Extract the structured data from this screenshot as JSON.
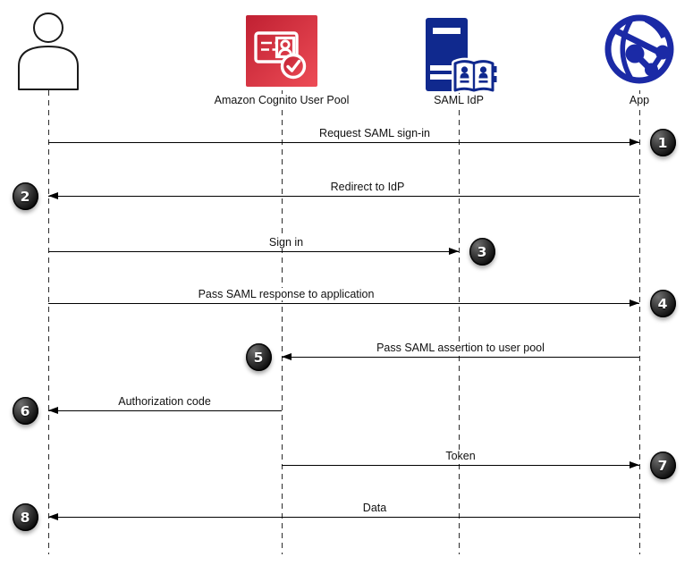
{
  "diagram": {
    "type": "sequence-diagram",
    "background": "#FFFFFF",
    "actors": [
      {
        "id": "user",
        "label": "",
        "icon": "person-icon"
      },
      {
        "id": "cognito",
        "label": "Amazon Cognito User Pool",
        "icon": "cognito-id-card-icon"
      },
      {
        "id": "saml-idp",
        "label": "SAML IdP",
        "icon": "saml-server-directory-icon"
      },
      {
        "id": "app",
        "label": "App",
        "icon": "globe-network-icon"
      }
    ],
    "messages": [
      {
        "step": 1,
        "label": "Request SAML sign-in",
        "from": "user",
        "to": "app"
      },
      {
        "step": 2,
        "label": "Redirect to IdP",
        "from": "app",
        "to": "user"
      },
      {
        "step": 3,
        "label": "Sign in",
        "from": "user",
        "to": "saml-idp"
      },
      {
        "step": 4,
        "label": "Pass SAML response to application",
        "from": "user",
        "to": "app"
      },
      {
        "step": 5,
        "label": "Pass SAML assertion to user pool",
        "from": "app",
        "to": "cognito"
      },
      {
        "step": 6,
        "label": "Authorization code",
        "from": "cognito",
        "to": "user"
      },
      {
        "step": 7,
        "label": "Token",
        "from": "cognito",
        "to": "app"
      },
      {
        "step": 8,
        "label": "Data",
        "from": "app",
        "to": "user"
      }
    ],
    "colors": {
      "cognito_red_dark": "#C02032",
      "cognito_red_light": "#ED4C56",
      "saml_navy": "#10298E",
      "app_blue": "#1B2AA6",
      "line_black": "#000000",
      "badge_dark": "#1A1A1A"
    }
  }
}
